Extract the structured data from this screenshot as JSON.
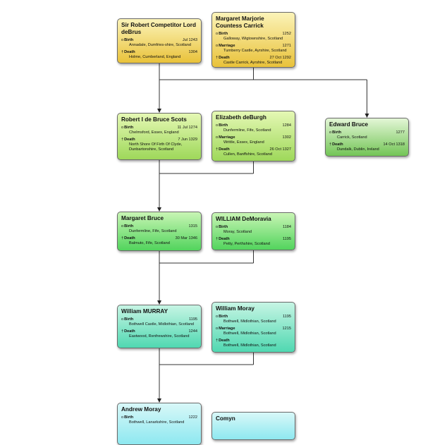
{
  "people": [
    {
      "id": "robert_competitor",
      "name": "Sir Robert Competitor Lord deBrus",
      "theme": "yellow",
      "events": [
        {
          "type": "Birth",
          "symbol": "o",
          "date": "Jul 1243",
          "place": "Annadale, Dumfries-shire, Scotland"
        },
        {
          "type": "Death",
          "symbol": "†",
          "date": "1304",
          "place": "Holme, Cumberland, England"
        }
      ]
    },
    {
      "id": "margaret_carrick",
      "name": "Margaret Marjorie Countess Carrick",
      "theme": "yellow",
      "events": [
        {
          "type": "Birth",
          "symbol": "o",
          "date": "1252",
          "place": "Galloway, Wigtownshire, Scotland"
        },
        {
          "type": "Marriage",
          "symbol": "o",
          "date": "1271",
          "place": "Turnberry Castle, Ayrshire, Scotland"
        },
        {
          "type": "Death",
          "symbol": "†",
          "date": "27 Oct 1292",
          "place": "Castle Carrick, Ayrshire, Scotland"
        }
      ]
    },
    {
      "id": "robert_i",
      "name": "Robert I de Bruce Scots",
      "theme": "lime",
      "events": [
        {
          "type": "Birth",
          "symbol": "o",
          "date": "11 Jul 1274",
          "place": "Chelmsford, Essex, England"
        },
        {
          "type": "Death",
          "symbol": "†",
          "date": "7 Jun 1329",
          "place": "North Shore Of Firth Of Clyde, Dunbartonshire, Scotland"
        }
      ]
    },
    {
      "id": "elizabeth_deburgh",
      "name": "Elizabeth deBurgh",
      "theme": "lime",
      "events": [
        {
          "type": "Birth",
          "symbol": "o",
          "date": "1284",
          "place": "Dunfermline, Fife, Scotland"
        },
        {
          "type": "Marriage",
          "symbol": "o",
          "date": "1302",
          "place": "Writtle, Essex, England"
        },
        {
          "type": "Death",
          "symbol": "†",
          "date": "26 Oct 1327",
          "place": "Cullen, Banffshire, Scotland"
        }
      ]
    },
    {
      "id": "edward_bruce",
      "name": "Edward Bruce",
      "theme": "dkgreen",
      "events": [
        {
          "type": "Birth",
          "symbol": "o",
          "date": "1277",
          "place": "Carrick, Scotland"
        },
        {
          "type": "Death",
          "symbol": "†",
          "date": "14 Oct 1318",
          "place": "Dundalk, Dublin, Ireland"
        }
      ]
    },
    {
      "id": "margaret_bruce",
      "name": "Margaret Bruce",
      "theme": "green",
      "events": [
        {
          "type": "Birth",
          "symbol": "o",
          "date": "1315",
          "place": "Dunfermline, Fife, Scotland"
        },
        {
          "type": "Death",
          "symbol": "†",
          "date": "30 Mar 1346",
          "place": "Balmuto, Fife, Scotland"
        }
      ]
    },
    {
      "id": "william_demoravia",
      "name": "WILLIAM DeMoravia",
      "theme": "green",
      "events": [
        {
          "type": "Birth",
          "symbol": "o",
          "date": "1184",
          "place": "Moray, Scotland"
        },
        {
          "type": "Death",
          "symbol": "†",
          "date": "1195",
          "place": "Petty, Perthshire, Scotland"
        }
      ]
    },
    {
      "id": "william_murray",
      "name": "William MURRAY",
      "theme": "teal",
      "events": [
        {
          "type": "Birth",
          "symbol": "o",
          "date": "1195",
          "place": "Bothwell Castle, Midlothian, Scotland"
        },
        {
          "type": "Death",
          "symbol": "†",
          "date": "1244",
          "place": "Eastwood, Renfrewshire, Scotland"
        }
      ]
    },
    {
      "id": "william_moray",
      "name": "William Moray",
      "theme": "teal",
      "events": [
        {
          "type": "Birth",
          "symbol": "o",
          "date": "1195",
          "place": "Bothwell, Midlothian, Scotland"
        },
        {
          "type": "Marriage",
          "symbol": "o",
          "date": "1215",
          "place": "Bothwell, Midlothian, Scotland"
        },
        {
          "type": "Death",
          "symbol": "†",
          "date": "",
          "place": "Bothwell, Midlothian, Scotland"
        }
      ]
    },
    {
      "id": "andrew_moray",
      "name": "Andrew Moray",
      "theme": "cyan",
      "events": [
        {
          "type": "Birth",
          "symbol": "o",
          "date": "1222",
          "place": "Bothwell, Lanarkshire, Scotland"
        }
      ]
    },
    {
      "id": "comyn",
      "name": "Comyn",
      "theme": "cyan",
      "events": []
    }
  ],
  "relations": [
    {
      "from": [
        "robert_competitor",
        "margaret_carrick"
      ],
      "to": [
        "robert_i",
        "edward_bruce"
      ]
    },
    {
      "from": [
        "robert_i",
        "elizabeth_deburgh"
      ],
      "to": [
        "margaret_bruce"
      ]
    },
    {
      "from": [
        "margaret_bruce",
        "william_demoravia"
      ],
      "to": [
        "william_murray"
      ]
    },
    {
      "from": [
        "william_murray",
        "william_moray"
      ],
      "to": [
        "andrew_moray"
      ]
    }
  ]
}
